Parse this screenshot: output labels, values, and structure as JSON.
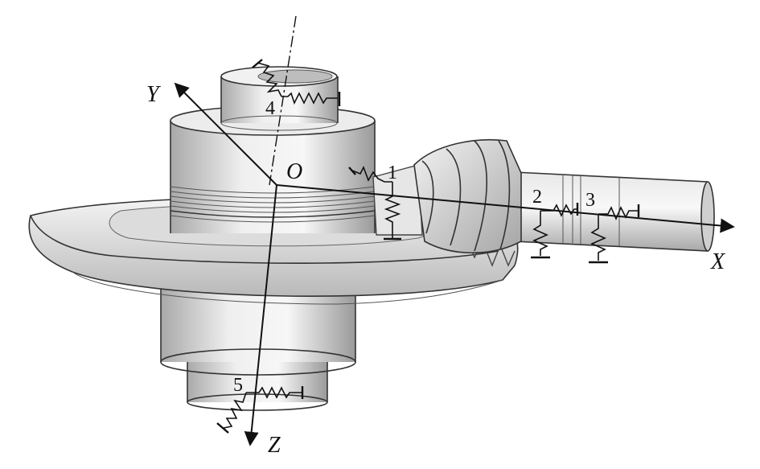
{
  "axes": {
    "origin_label": "O",
    "x_label": "X",
    "y_label": "Y",
    "z_label": "Z"
  },
  "support_labels": [
    "1",
    "2",
    "3",
    "4",
    "5"
  ],
  "colors": {
    "line": "#111111",
    "metal_light": "#f1f1f1",
    "metal_mid": "#c9c9c9",
    "metal_dark": "#8e8e8e"
  }
}
